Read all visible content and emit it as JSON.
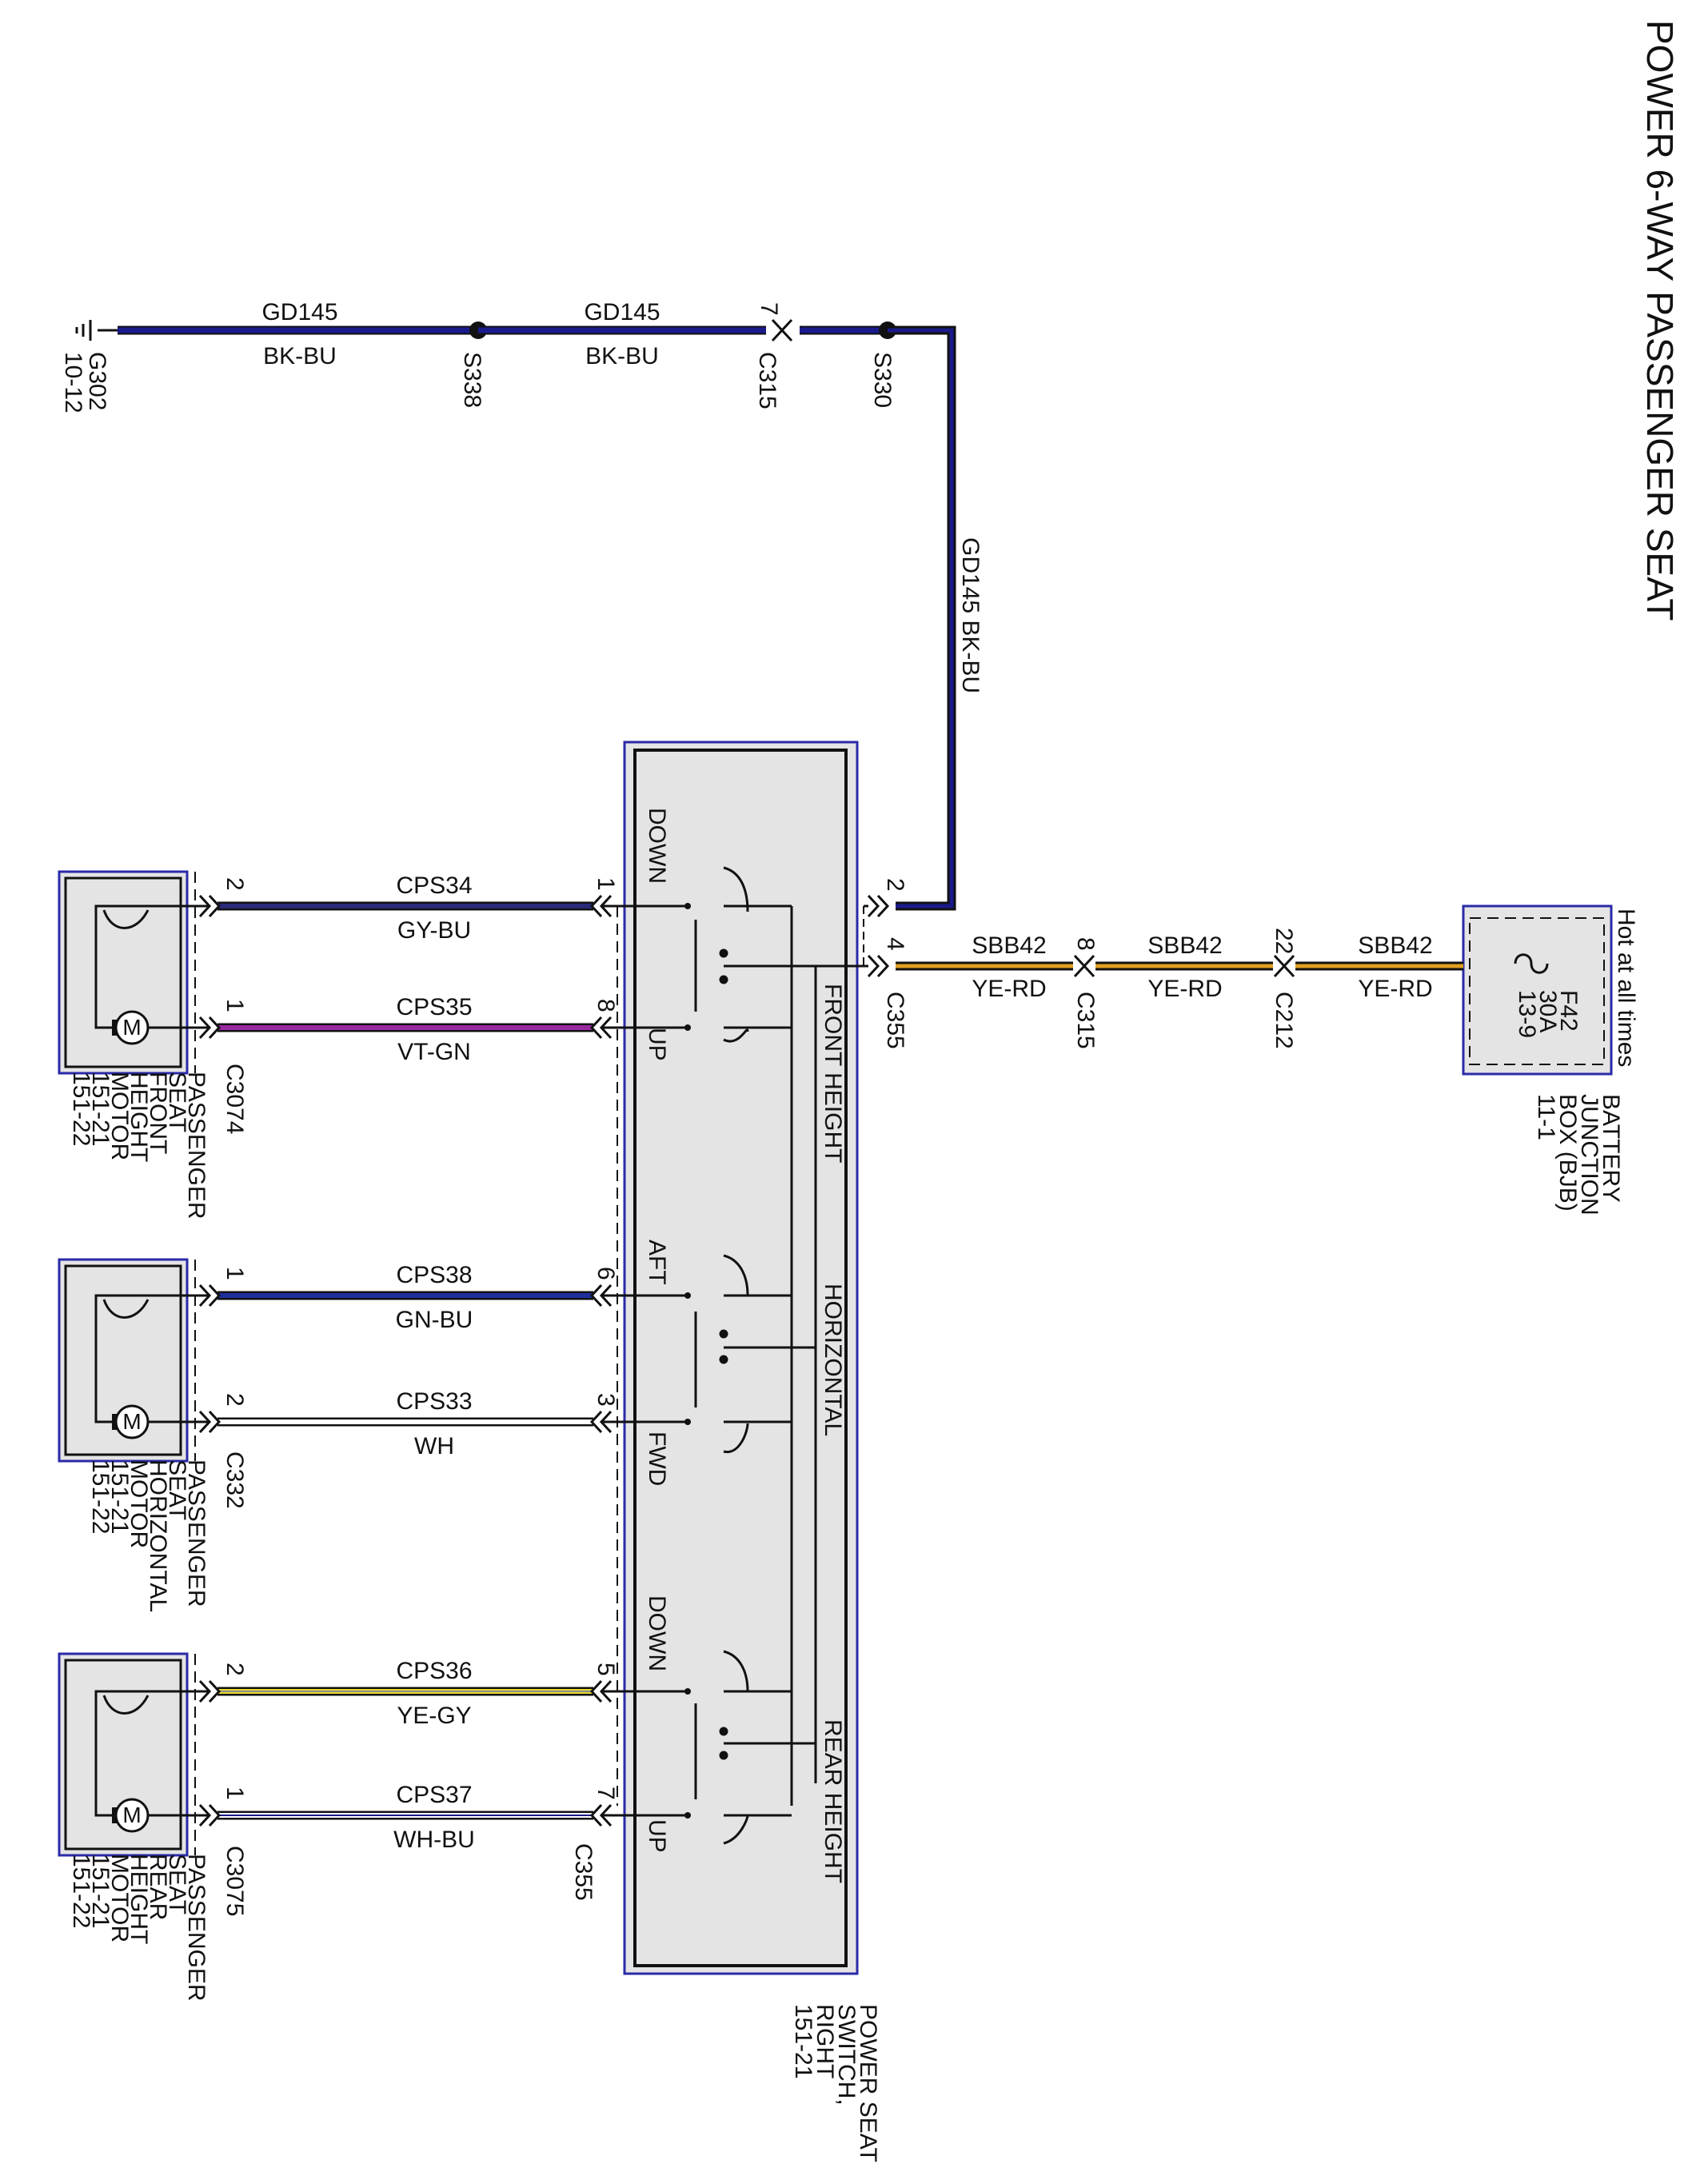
{
  "title": "POWER 6-WAY PASSENGER SEAT",
  "colors": {
    "bk_bu": "#1a1a8c",
    "gy_bu": "#2a2a7a",
    "vt_gn": "#9a2aa0",
    "gn_bu": "#1f2f9e",
    "ye_rd": "#e0a020",
    "ye_gy": "#e8dc30",
    "wh": "#ffffff",
    "box_border": "#2a2aa8",
    "box_fill": "#e4e4e4"
  },
  "ground": {
    "ground_id": "G302",
    "ground_page": "10-12",
    "wire1_circuit": "GD145",
    "wire1_color": "BK-BU",
    "splice1": "S338",
    "wire2_circuit": "GD145",
    "wire2_color": "BK-BU",
    "connector_pin": "7",
    "connector": "C315",
    "splice2": "S330",
    "vertical_label": "GD145  BK-BU"
  },
  "battery": {
    "hot_label": "Hot at all times",
    "fuse_id": "F42",
    "fuse_rating": "30A",
    "fuse_page": "13-9",
    "box_name_1": "BATTERY",
    "box_name_2": "JUNCTION",
    "box_name_3": "BOX (BJB)",
    "box_page": "11-1",
    "segments": [
      {
        "circuit": "SBB42",
        "color": "YE-RD",
        "pin": "22",
        "connector": "C212"
      },
      {
        "circuit": "SBB42",
        "color": "YE-RD",
        "pin": "8",
        "connector": "C315"
      },
      {
        "circuit": "SBB42",
        "color": "YE-RD",
        "pin": "4",
        "connector": "C355"
      }
    ],
    "ground_pin": "2"
  },
  "switch": {
    "name_1": "POWER SEAT",
    "name_2": "SWITCH,",
    "name_3": "RIGHT",
    "page": "151-21",
    "sections": [
      "FRONT HEIGHT",
      "HORIZONTAL",
      "REAR HEIGHT"
    ],
    "positions": [
      "DOWN",
      "UP",
      "AFT",
      "FWD",
      "DOWN",
      "UP"
    ],
    "connector": "C355"
  },
  "motors": [
    {
      "wires": [
        {
          "circuit": "CPS34",
          "color": "GY-BU",
          "switch_pin": "1",
          "motor_pin": "2"
        },
        {
          "circuit": "CPS35",
          "color": "VT-GN",
          "switch_pin": "8",
          "motor_pin": "1"
        }
      ],
      "connector": "C3074",
      "name_lines": [
        "PASSENGER",
        "SEAT",
        "FRONT",
        "HEIGHT",
        "MOTOR",
        "151-21",
        "151-22"
      ]
    },
    {
      "wires": [
        {
          "circuit": "CPS38",
          "color": "GN-BU",
          "switch_pin": "6",
          "motor_pin": "1"
        },
        {
          "circuit": "CPS33",
          "color": "WH",
          "switch_pin": "3",
          "motor_pin": "2"
        }
      ],
      "connector": "C332",
      "name_lines": [
        "PASSENGER",
        "SEAT",
        "HORIZONTAL",
        "MOTOR",
        "151-21",
        "151-22"
      ]
    },
    {
      "wires": [
        {
          "circuit": "CPS36",
          "color": "YE-GY",
          "switch_pin": "5",
          "motor_pin": "2"
        },
        {
          "circuit": "CPS37",
          "color": "WH-BU",
          "switch_pin": "7",
          "motor_pin": "1"
        }
      ],
      "connector": "C3075",
      "name_lines": [
        "PASSENGER",
        "SEAT",
        "REAR",
        "HEIGHT",
        "MOTOR",
        "151-21",
        "151-22"
      ]
    }
  ],
  "motor_symbol": "M"
}
